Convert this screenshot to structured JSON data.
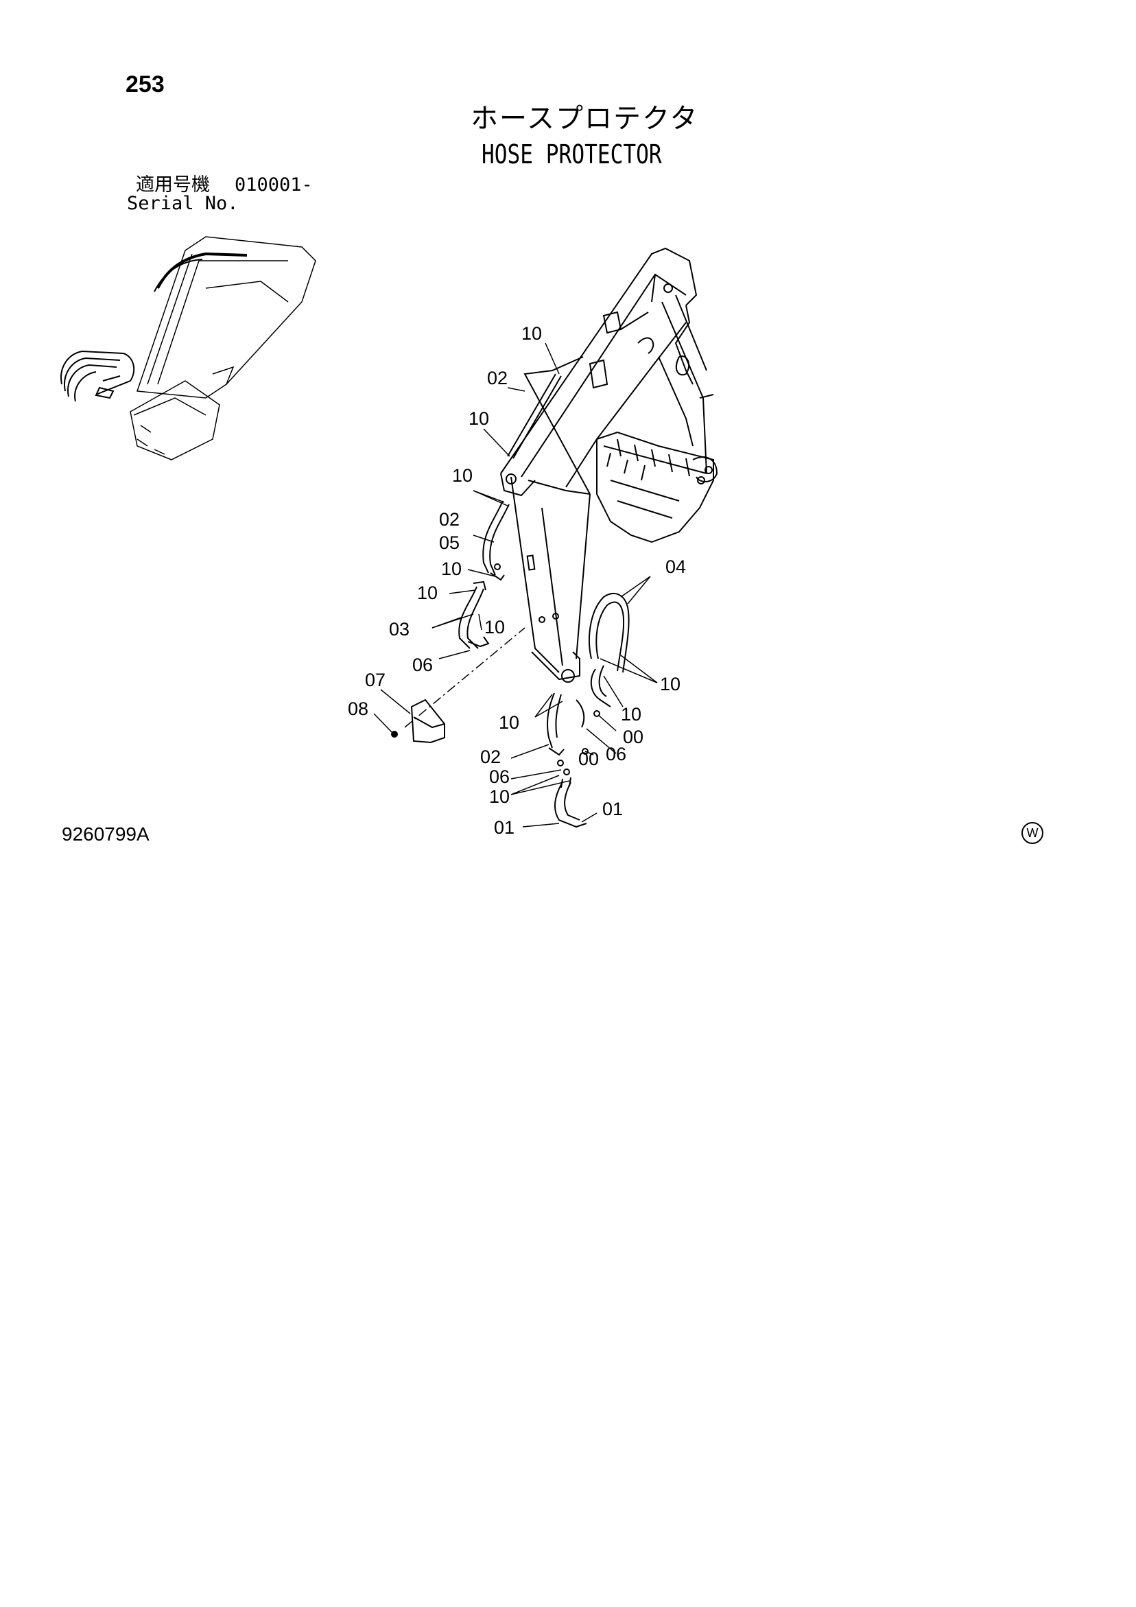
{
  "page_number": "253",
  "title_jp": "ホースプロテクタ",
  "title_en": "HOSE PROTECTOR",
  "serial": {
    "label_jp": "適用号機",
    "range": "010001-",
    "label_en": "Serial No."
  },
  "drawing_id": "9260799A",
  "mark": "W",
  "callouts": [
    {
      "id": "c-10-a",
      "text": "10"
    },
    {
      "id": "c-02-a",
      "text": "02"
    },
    {
      "id": "c-10-b",
      "text": "10"
    },
    {
      "id": "c-10-c",
      "text": "10"
    },
    {
      "id": "c-02-b",
      "text": "02"
    },
    {
      "id": "c-05",
      "text": "05"
    },
    {
      "id": "c-10-d",
      "text": "10"
    },
    {
      "id": "c-10-e",
      "text": "10"
    },
    {
      "id": "c-03",
      "text": "03"
    },
    {
      "id": "c-10-f",
      "text": "10"
    },
    {
      "id": "c-06-a",
      "text": "06"
    },
    {
      "id": "c-07",
      "text": "07"
    },
    {
      "id": "c-08",
      "text": "08"
    },
    {
      "id": "c-04",
      "text": "04"
    },
    {
      "id": "c-10-g",
      "text": "10"
    },
    {
      "id": "c-10-h",
      "text": "10"
    },
    {
      "id": "c-00-a",
      "text": "00"
    },
    {
      "id": "c-10-i",
      "text": "10"
    },
    {
      "id": "c-06-b",
      "text": "06"
    },
    {
      "id": "c-00-b",
      "text": "00"
    },
    {
      "id": "c-02-c",
      "text": "02"
    },
    {
      "id": "c-06-c",
      "text": "06"
    },
    {
      "id": "c-10-j",
      "text": "10"
    },
    {
      "id": "c-01-a",
      "text": "01"
    },
    {
      "id": "c-01-b",
      "text": "01"
    }
  ]
}
